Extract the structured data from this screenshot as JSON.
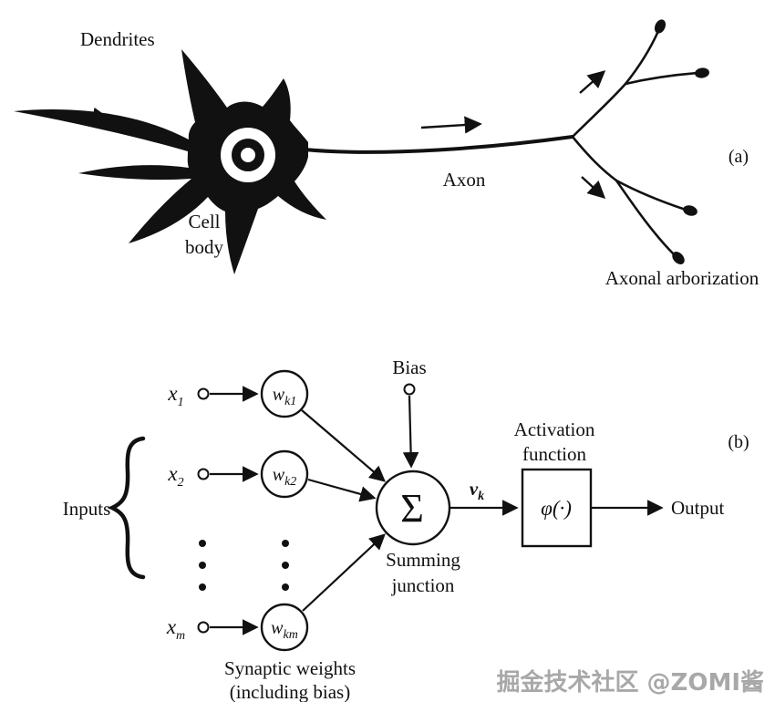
{
  "colors": {
    "ink": "#111111",
    "background": "#ffffff",
    "watermark": "#999999"
  },
  "panel_a": {
    "tag": "(a)",
    "dendrites_label": "Dendrites",
    "cell_body_label_line1": "Cell",
    "cell_body_label_line2": "body",
    "axon_label": "Axon",
    "arborization_label": "Axonal arborization"
  },
  "panel_b": {
    "tag": "(b)",
    "inputs_label": "Inputs",
    "inputs_brace": "{",
    "bias_label": "Bias",
    "sigma": "Σ",
    "summing_label_line1": "Summing",
    "summing_label_line2": "junction",
    "activation_label_line1": "Activation",
    "activation_label_line2": "function",
    "activation_symbol": "φ(·)",
    "v_base": "v",
    "v_sub": "k",
    "output_label": "Output",
    "synaptic_label_line1": "Synaptic weights",
    "synaptic_label_line2": "(including bias)",
    "inputs": [
      {
        "label_base": "x",
        "label_sub": "1",
        "weight_base": "w",
        "weight_sub": "k1"
      },
      {
        "label_base": "x",
        "label_sub": "2",
        "weight_base": "w",
        "weight_sub": "k2"
      },
      {
        "label_base": "x",
        "label_sub": "m",
        "weight_base": "w",
        "weight_sub": "km"
      }
    ]
  },
  "watermark": "掘金技术社区 @ZOMI酱"
}
